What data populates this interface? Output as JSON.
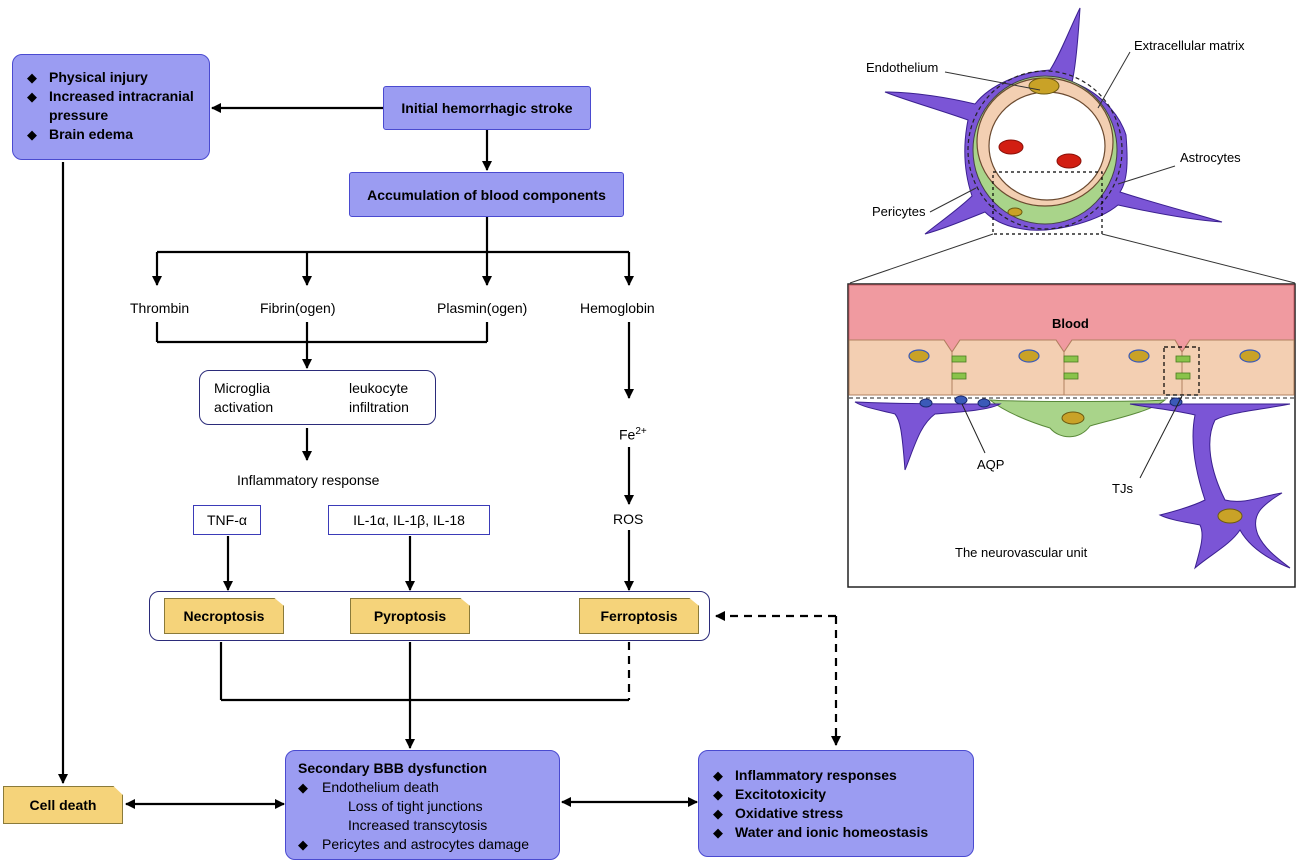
{
  "top_left": {
    "items": [
      "Physical injury",
      "Increased intracranial pressure",
      "Brain edema"
    ]
  },
  "initial": "Initial hemorrhagic stroke",
  "accumulation": "Accumulation of blood components",
  "components": {
    "thrombin": "Thrombin",
    "fibrin": "Fibrin(ogen)",
    "plasmin": "Plasmin(ogen)",
    "hemoglobin": "Hemoglobin"
  },
  "microglia": {
    "left": "Microglia\nactivation",
    "right": "leukocyte\ninfiltration"
  },
  "fe": {
    "base": "Fe",
    "sup": "2+"
  },
  "inflammatory_response": "Inflammatory response",
  "tnf": "TNF-α",
  "il": "IL-1α, IL-1β, IL-18",
  "ros": "ROS",
  "death_types": {
    "necroptosis": "Necroptosis",
    "pyroptosis": "Pyroptosis",
    "ferroptosis": "Ferroptosis"
  },
  "cell_death": "Cell death",
  "secondary": {
    "title": "Secondary BBB dysfunction",
    "item1": "Endothelium death",
    "sub1": "Loss of tight junctions",
    "sub2": "Increased transcytosis",
    "item2": "Pericytes and astrocytes damage"
  },
  "right_box": {
    "items": [
      "Inflammatory responses",
      "Excitotoxicity",
      "Oxidative stress",
      "Water and ionic homeostasis"
    ]
  },
  "nvu": {
    "endothelium": "Endothelium",
    "ecm": "Extracellular matrix",
    "astrocytes": "Astrocytes",
    "pericytes": "Pericytes",
    "blood": "Blood",
    "aqp": "AQP",
    "tjs": "TJs",
    "caption": "The neurovascular unit"
  },
  "colors": {
    "purple_box": "#9b9cf2",
    "yellow_box": "#f5d37a",
    "blood": "#f09aa0",
    "endothelial": "#f3cfb2",
    "astrocyte": "#7b55d6",
    "pericyte": "#a9d48a"
  }
}
